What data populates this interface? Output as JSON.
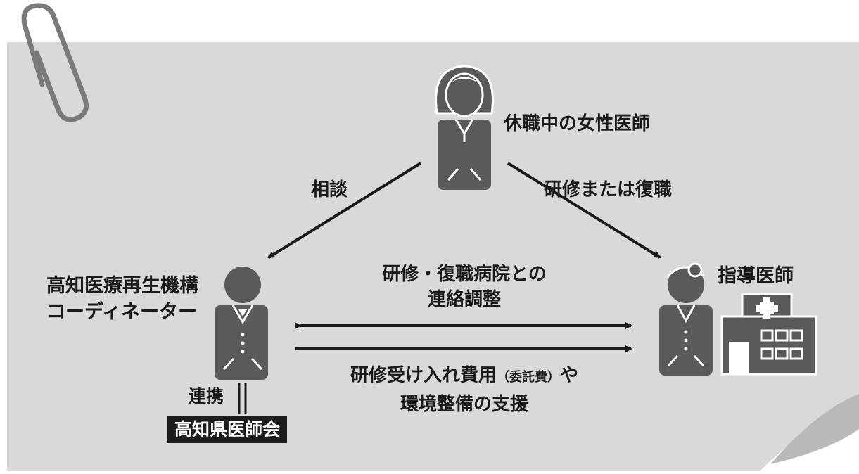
{
  "colors": {
    "paper": "#d9d9d9",
    "figure": "#5a5a5a",
    "figure_line": "#ffffff",
    "arrow": "#1a1a1a",
    "text": "#1a1a1a",
    "label_box": "#1d1d1d"
  },
  "icons": [
    "paperclip-icon",
    "female-doctor-figure",
    "coordinator-figure",
    "instructing-doctor-figure",
    "hospital-icon"
  ],
  "nodes": {
    "female_doctor": "休職中の女性医師",
    "coordinator_line1": "高知医療再生機構",
    "coordinator_line2": "コーディネーター",
    "instructor": "指導医師",
    "association": "高知県医師会"
  },
  "edges": {
    "consult": "相談",
    "training": "研修または復職",
    "liaison_line1": "研修・復職病院との",
    "liaison_line2": "連絡調整",
    "support_line1_main": "研修受け入れ費用",
    "support_line1_paren": "（委託費）",
    "support_line1_end": "や",
    "support_line2": "環境整備の支援",
    "cooperation": "連携"
  }
}
